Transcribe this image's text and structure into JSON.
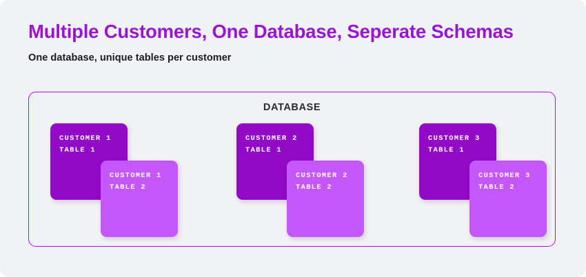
{
  "heading": {
    "title": "Multiple Customers, One Database, Seperate Schemas",
    "subtitle": "One database, unique tables per customer"
  },
  "database": {
    "label": "DATABASE"
  },
  "colors": {
    "page_background": "#f1f2f4",
    "title": "#9b13d6",
    "subtitle": "#1c1c1e",
    "container_border": "#bd00ff",
    "card_primary": "#9209c8",
    "card_secondary": "#c556fa",
    "card_text": "#ffffff"
  },
  "customers": [
    {
      "name": "Customer 1",
      "tables": [
        {
          "line1": "CUSTOMER 1",
          "line2": "TABLE 1",
          "variant": "primary"
        },
        {
          "line1": "CUSTOMER 1",
          "line2": "TABLE 2",
          "variant": "secondary"
        }
      ]
    },
    {
      "name": "Customer 2",
      "tables": [
        {
          "line1": "CUSTOMER 2",
          "line2": "TABLE 1",
          "variant": "primary"
        },
        {
          "line1": "CUSTOMER 2",
          "line2": "TABLE 2",
          "variant": "secondary"
        }
      ]
    },
    {
      "name": "Customer 3",
      "tables": [
        {
          "line1": "CUSTOMER 3",
          "line2": "TABLE 1",
          "variant": "primary"
        },
        {
          "line1": "CUSTOMER 3",
          "line2": "TABLE 2",
          "variant": "secondary"
        }
      ]
    }
  ]
}
